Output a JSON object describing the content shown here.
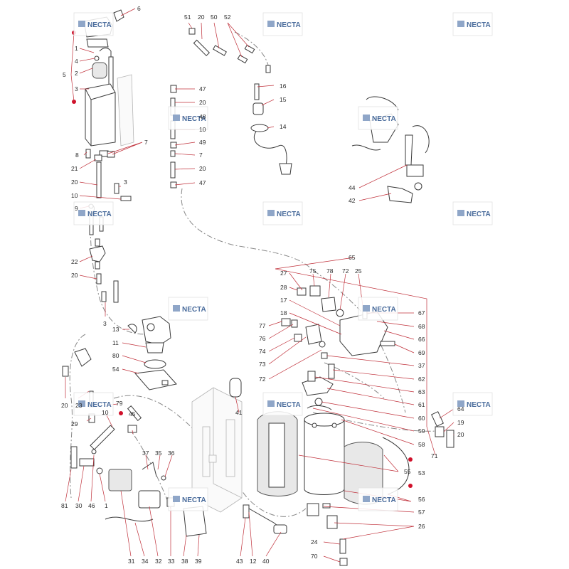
{
  "watermark": {
    "brand": "NECTA"
  },
  "colors": {
    "leader": "#c0303a",
    "marker": "#d0102a",
    "brand": "#4a6c9c"
  },
  "labels": [
    "6",
    "1",
    "4",
    "5",
    "2",
    "3",
    "8",
    "7",
    "21",
    "20",
    "3",
    "10",
    "9",
    "22",
    "20",
    "3",
    "13",
    "11",
    "80",
    "54",
    "20",
    "23",
    "29",
    "79",
    "10",
    "45",
    "81",
    "30",
    "46",
    "1",
    "37",
    "35",
    "36",
    "31",
    "34",
    "32",
    "33",
    "38",
    "39",
    "41",
    "43",
    "12",
    "40",
    "51",
    "20",
    "50",
    "52",
    "16",
    "15",
    "14",
    "47",
    "20",
    "48",
    "10",
    "49",
    "7",
    "20",
    "47",
    "44",
    "42",
    "65",
    "27",
    "75",
    "78",
    "72",
    "25",
    "28",
    "17",
    "18",
    "67",
    "68",
    "66",
    "69",
    "77",
    "76",
    "74",
    "73",
    "72",
    "37",
    "62",
    "63",
    "61",
    "60",
    "59",
    "58",
    "64",
    "19",
    "20",
    "71",
    "55",
    "53",
    "56",
    "57",
    "26",
    "24",
    "70"
  ]
}
